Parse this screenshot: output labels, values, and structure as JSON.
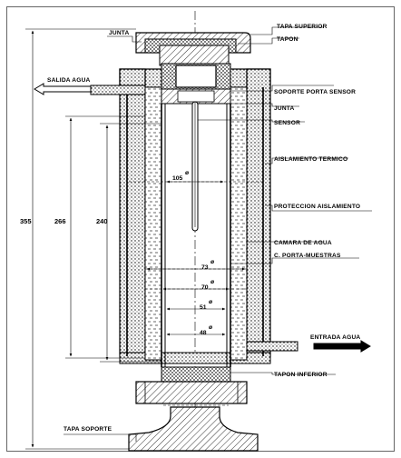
{
  "labels": {
    "tapa_superior": "TAPA SUPERIOR",
    "junta_top": "JUNTA",
    "tapon": "TAPON",
    "salida_agua": "SALIDA AGUA",
    "soporte_porta_sensor": "SOPORTE PORTA SENSOR",
    "junta_mid": "JUNTA",
    "sensor": "SENSOR",
    "aislamiento_termico": "AISLAMIENTO TERMICO",
    "proteccion_aislamiento": "PROTECCION AISLAMIENTO",
    "camara_de_agua": "CAMARA DE AGUA",
    "c_porta_muestras": "C. PORTA-MUESTRAS",
    "entrada_agua": "ENTRADA AGUA",
    "tapon_inferior": "TAPON INFERIOR",
    "tapa_soporte": "TAPA SOPORTE"
  },
  "dimensions": {
    "total_height": "355",
    "water_chamber_height": "266",
    "sample_holder_height": "240",
    "sensor_dia": "105",
    "d73": "73",
    "d70": "70",
    "d51": "51",
    "d48": "48",
    "diameter_symbol": "ø"
  }
}
